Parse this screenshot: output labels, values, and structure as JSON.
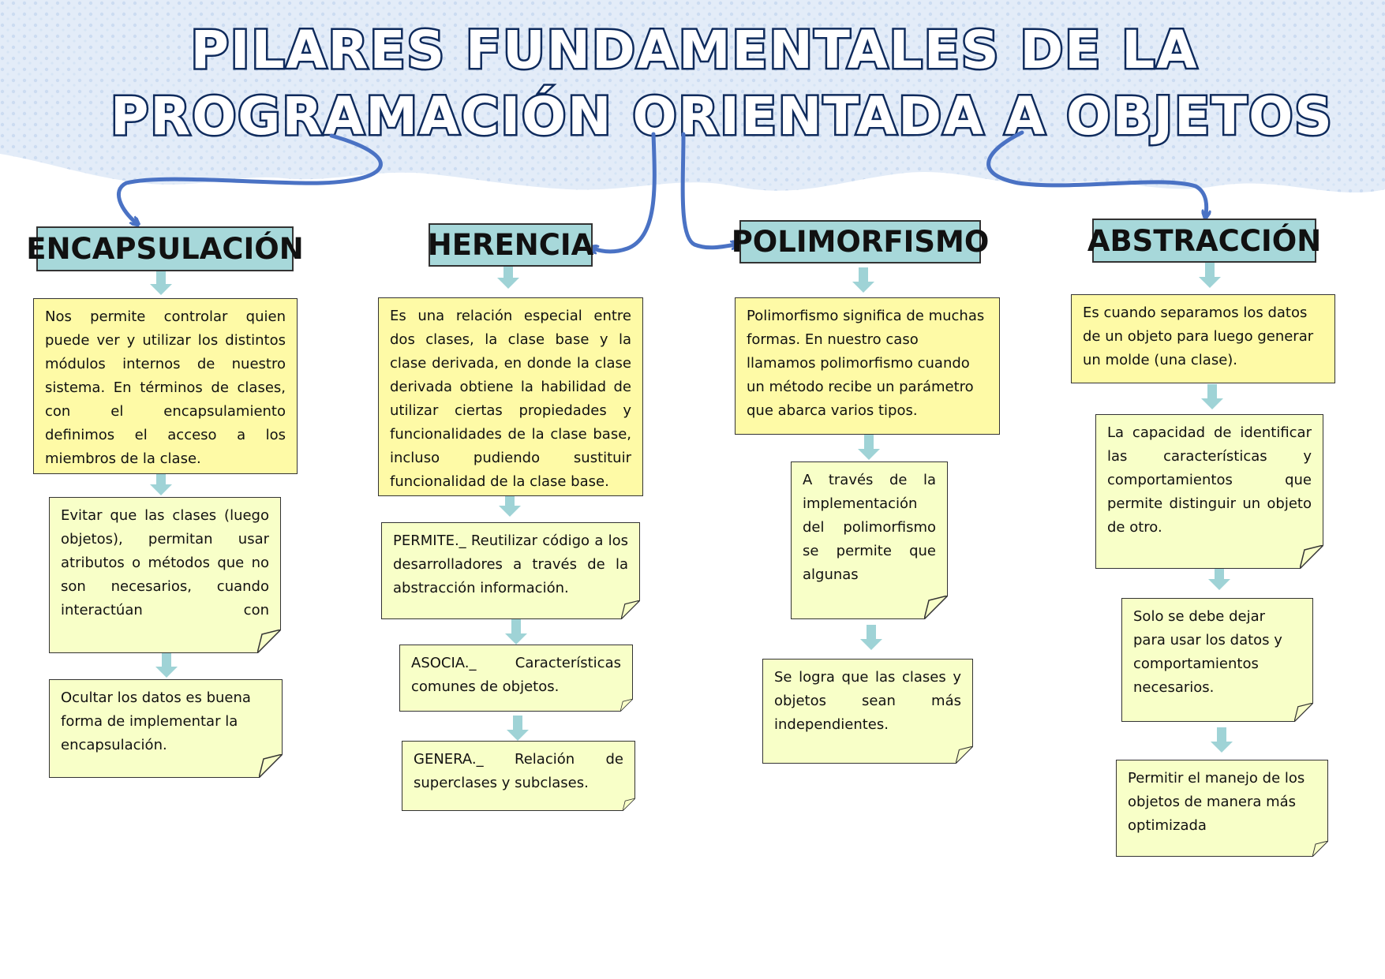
{
  "title": {
    "line1": "PILARES FUNDAMENTALES DE LA",
    "line2": "PROGRAMACIÓN ORIENTADA A OBJETOS"
  },
  "colors": {
    "header_fill": "#a7d8da",
    "definition_fill": "#fefaa6",
    "note_fill": "#f8ffc8",
    "connector": "#4a72c4",
    "down_arrow": "#9fd3d6",
    "title_outline": "#0e2a5c"
  },
  "pillars": {
    "encapsulacion": {
      "label": "ENCAPSULACIÓN",
      "definition": "Nos permite controlar quien puede ver y utilizar los distintos módulos internos de nuestro sistema. En términos de clases, con el encapsulamiento definimos el acceso a los miembros de la clase.",
      "note1": "Evitar que las clases (luego objetos), permitan usar atributos o métodos que no son necesarios, cuando interactúan con",
      "note2": "Ocultar los datos es buena forma de implementar la encapsulación."
    },
    "herencia": {
      "label": "HERENCIA",
      "definition": "Es una relación especial entre dos clases, la clase base y la clase derivada, en donde la clase derivada obtiene la habilidad de utilizar ciertas propiedades y funcionalidades de la clase base, incluso pudiendo sustituir funcionalidad de la clase base.",
      "note1": "PERMITE._ Reutilizar código a los desarrolladores a través de la abstracción información.",
      "note2": "ASOCIA._ Características comunes de objetos.",
      "note3": "GENERA._ Relación de superclases y subclases."
    },
    "polimorfismo": {
      "label": "POLIMORFISMO",
      "definition": "Polimorfismo significa de muchas formas. En nuestro caso llamamos polimorfismo cuando un método recibe un parámetro que abarca varios tipos.",
      "note1": "A través de la implementación del polimorfismo se permite que algunas",
      "note2": "Se logra que las clases y objetos sean más independientes."
    },
    "abstraccion": {
      "label": "ABSTRACCIÓN",
      "definition": "Es cuando separamos los datos de un objeto para luego generar un molde (una clase).",
      "note1": "La capacidad de identificar las características y comportamientos que permite distinguir un objeto de otro.",
      "note2": "Solo se debe dejar para usar los datos y comportamientos necesarios.",
      "note3": "Permitir el manejo de los objetos de manera más optimizada"
    }
  }
}
